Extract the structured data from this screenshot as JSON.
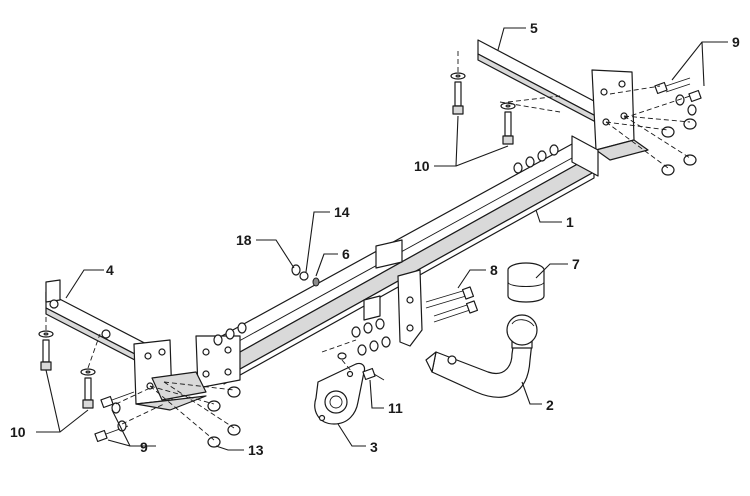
{
  "callouts": {
    "c1": "1",
    "c2": "2",
    "c3": "3",
    "c4": "4",
    "c5": "5",
    "c6": "6",
    "c7": "7",
    "c8": "8",
    "c9_top": "9",
    "c9_bottom": "9",
    "c10_top": "10",
    "c10_bottom": "10",
    "c11": "11",
    "c13": "13",
    "c14": "14",
    "c18": "18"
  }
}
